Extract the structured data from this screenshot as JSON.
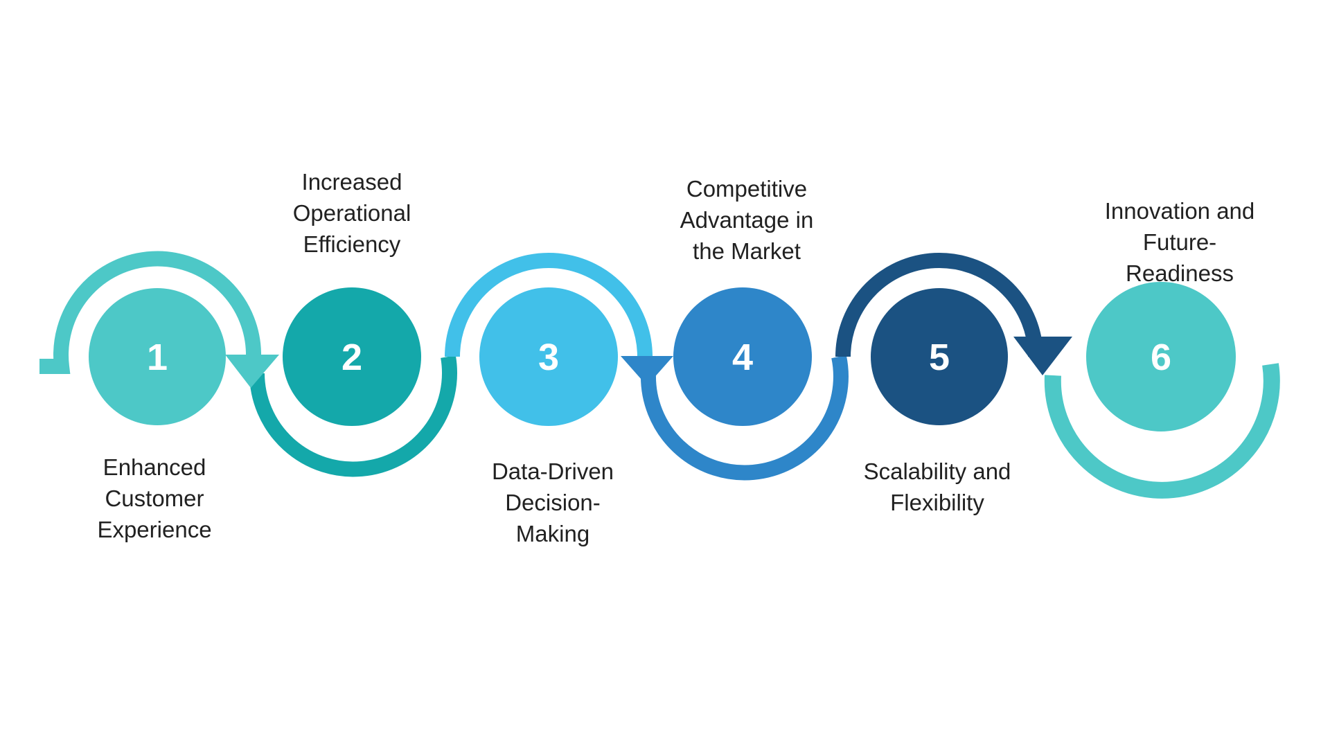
{
  "steps": [
    {
      "number": "1",
      "label": "Enhanced\nCustomer\nExperience",
      "label_position": "below",
      "color": "#4DC8C7"
    },
    {
      "number": "2",
      "label": "Increased\nOperational\nEfficiency",
      "label_position": "above",
      "color": "#14A8AA"
    },
    {
      "number": "3",
      "label": "Data-Driven\nDecision-\nMaking",
      "label_position": "below",
      "color": "#41C0E9"
    },
    {
      "number": "4",
      "label": "Competitive\nAdvantage in\nthe Market",
      "label_position": "above",
      "color": "#2E86C9"
    },
    {
      "number": "5",
      "label": "Scalability and\nFlexibility",
      "label_position": "below",
      "color": "#1B5282"
    },
    {
      "number": "6",
      "label": "Innovation and\nFuture-Readiness",
      "label_position": "above",
      "color": "#4DC8C7"
    }
  ],
  "connectors": {
    "arc_1_color": "#4DC8C7",
    "arc_2_color": "#14A8AA",
    "arc_3_color": "#41C0E9",
    "arc_4_color": "#2E86C9",
    "arc_5_color": "#1B5282",
    "arc_6_color": "#4DC8C7",
    "arrow_1_2_color": "#4DC8C7",
    "arrow_3_4_color": "#2E86C9",
    "arrow_5_6_color": "#1B5282"
  },
  "theme": {
    "background": "#FFFFFF",
    "text_color": "#212121",
    "number_color": "#FFFFFF"
  }
}
